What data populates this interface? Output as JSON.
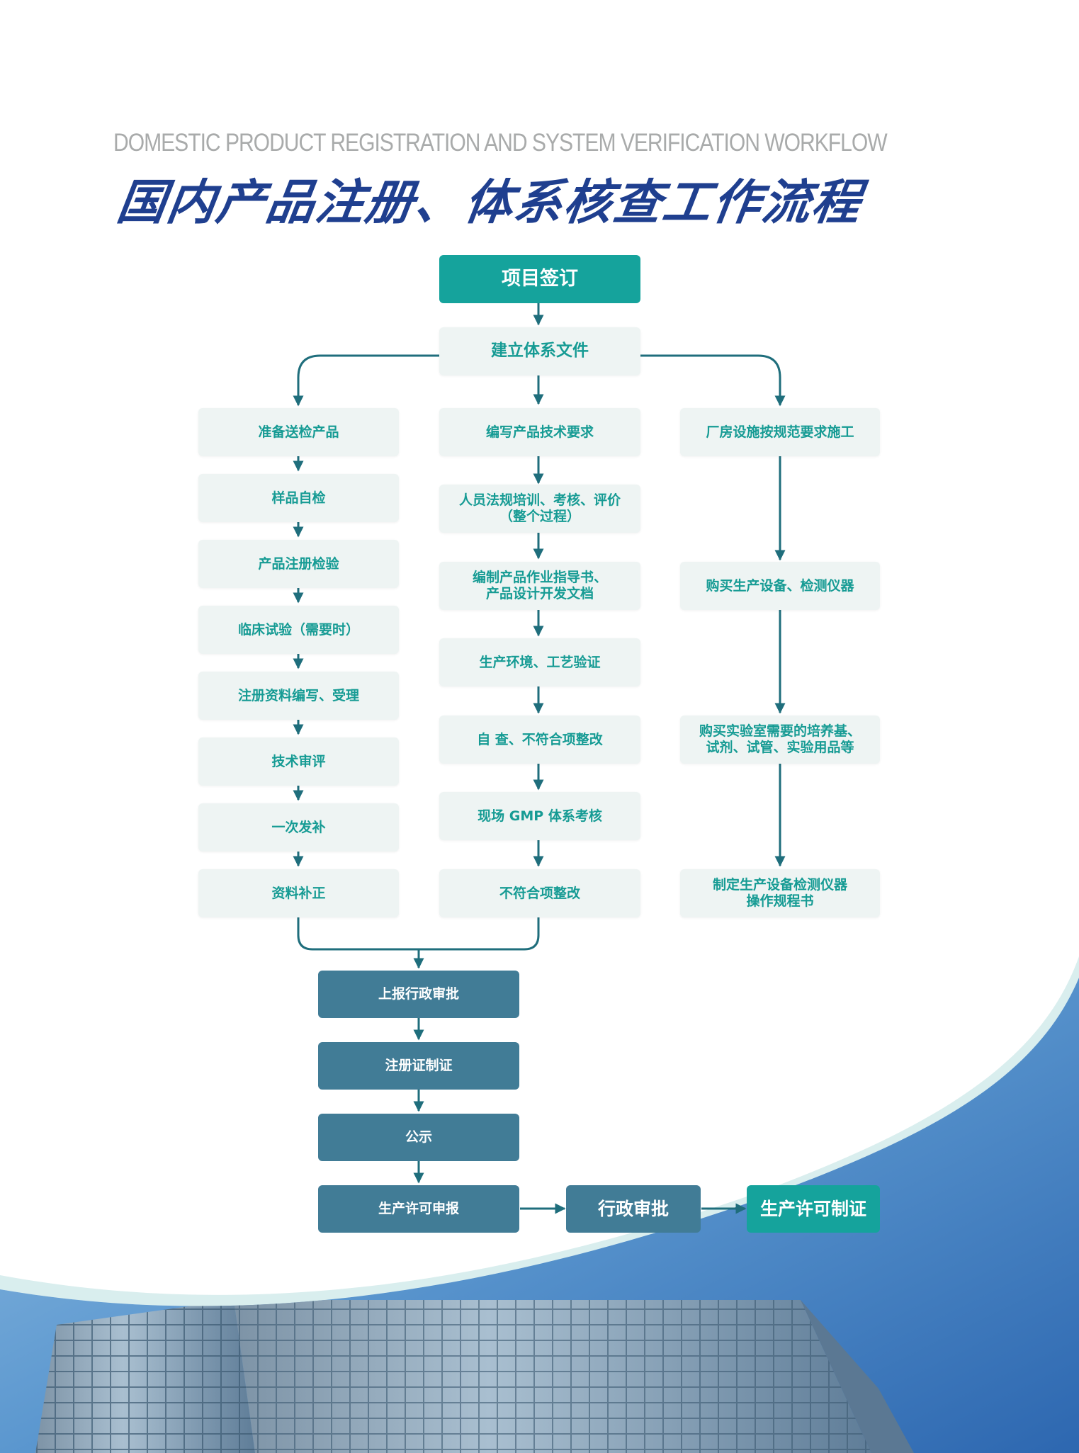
{
  "header": {
    "subtitle": "DOMESTIC PRODUCT REGISTRATION AND SYSTEM VERIFICATION WORKFLOW",
    "title": "国内产品注册、体系核查工作流程"
  },
  "flow": {
    "start": "项目签订",
    "system_docs": "建立体系文件",
    "left_column": [
      "准备送检产品",
      "样品自检",
      "产品注册检验",
      "临床试验（需要时）",
      "注册资料编写、受理",
      "技术审评",
      "一次发补",
      "资料补正"
    ],
    "middle_column": [
      [
        "编写产品技术要求"
      ],
      [
        "人员法规培训、考核、评价",
        "（整个过程）"
      ],
      [
        "编制产品作业指导书、",
        "产品设计开发文档"
      ],
      [
        "生产环境、工艺验证"
      ],
      [
        "自 查、不符合项整改"
      ],
      [
        "现场 GMP 体系考核"
      ],
      [
        "不符合项整改"
      ]
    ],
    "right_column": [
      [
        "厂房设施按规范要求施工"
      ],
      [
        "购买生产设备、检测仪器"
      ],
      [
        "购买实验室需要的培养基、",
        "试剂、试管、实验用品等"
      ],
      [
        "制定生产设备检测仪器",
        "操作规程书"
      ]
    ],
    "bottom_chain": [
      "上报行政审批",
      "注册证制证",
      "公示",
      "生产许可申报"
    ],
    "admin_approval": "行政审批",
    "license_issue": "生产许可制证"
  },
  "colors": {
    "title_blue": "#1f3f8f",
    "teal": "#15a39c",
    "steel_blue": "#417c96",
    "light_box": "#eef4f3",
    "connector": "#1f6e7c"
  }
}
